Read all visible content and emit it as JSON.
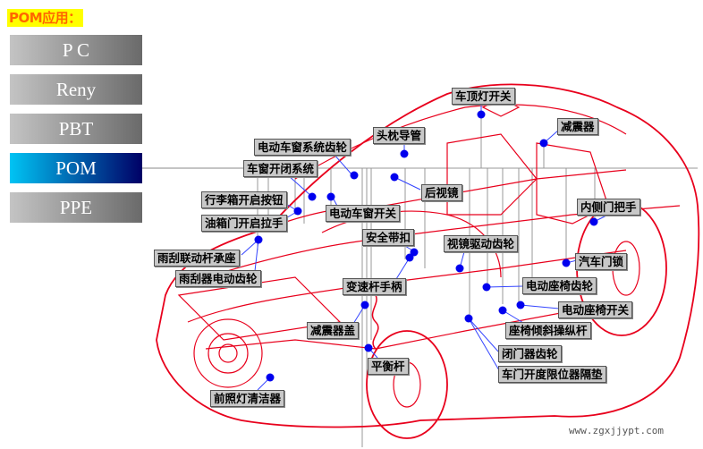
{
  "title": "POM应用：",
  "materials": [
    {
      "label": "P C",
      "active": false
    },
    {
      "label": "Reny",
      "active": false
    },
    {
      "label": "PBT",
      "active": false
    },
    {
      "label": "POM",
      "active": true
    },
    {
      "label": "PPE",
      "active": false
    }
  ],
  "colors": {
    "title_bg": "#ffff00",
    "title_text": "#ff6600",
    "active_start": "#00c4f4",
    "active_end": "#000066",
    "car_line": "#e8001c",
    "marker": "#0000ee",
    "leader": "#3344ff"
  },
  "labels": {
    "roof_light_switch": "车顶灯开关",
    "headrest_guide": "头枕导管",
    "shock_absorber_top": "减震器",
    "power_window_gear": "电动车窗系统齿轮",
    "window_system": "车窗开闭系统",
    "rear_mirror": "后视镜",
    "trunk_button": "行李箱开启按钮",
    "power_window_switch": "电动车窗开关",
    "fuel_door_handle": "油箱门开启拉手",
    "inner_door_handle": "内侧门把手",
    "seatbelt_buckle": "安全带扣",
    "mirror_drive_gear": "视镜驱动齿轮",
    "wiper_link_seat": "雨刮联动杆承座",
    "car_door_lock": "汽车门锁",
    "wiper_motor_gear": "雨刮器电动齿轮",
    "gear_shift_knob": "变速杆手柄",
    "power_seat_gear": "电动座椅齿轮",
    "power_seat_switch": "电动座椅开关",
    "shock_cover": "减震器盖",
    "seat_recline_lever": "座椅倾斜操纵杆",
    "stabilizer_bar": "平衡杆",
    "door_closer_gear": "闭门器齿轮",
    "door_limiter_pad": "车门开度限位器隔垫",
    "headlamp_cleaner": "前照灯清洁器"
  },
  "watermark": "www.zgxjjypt.com"
}
